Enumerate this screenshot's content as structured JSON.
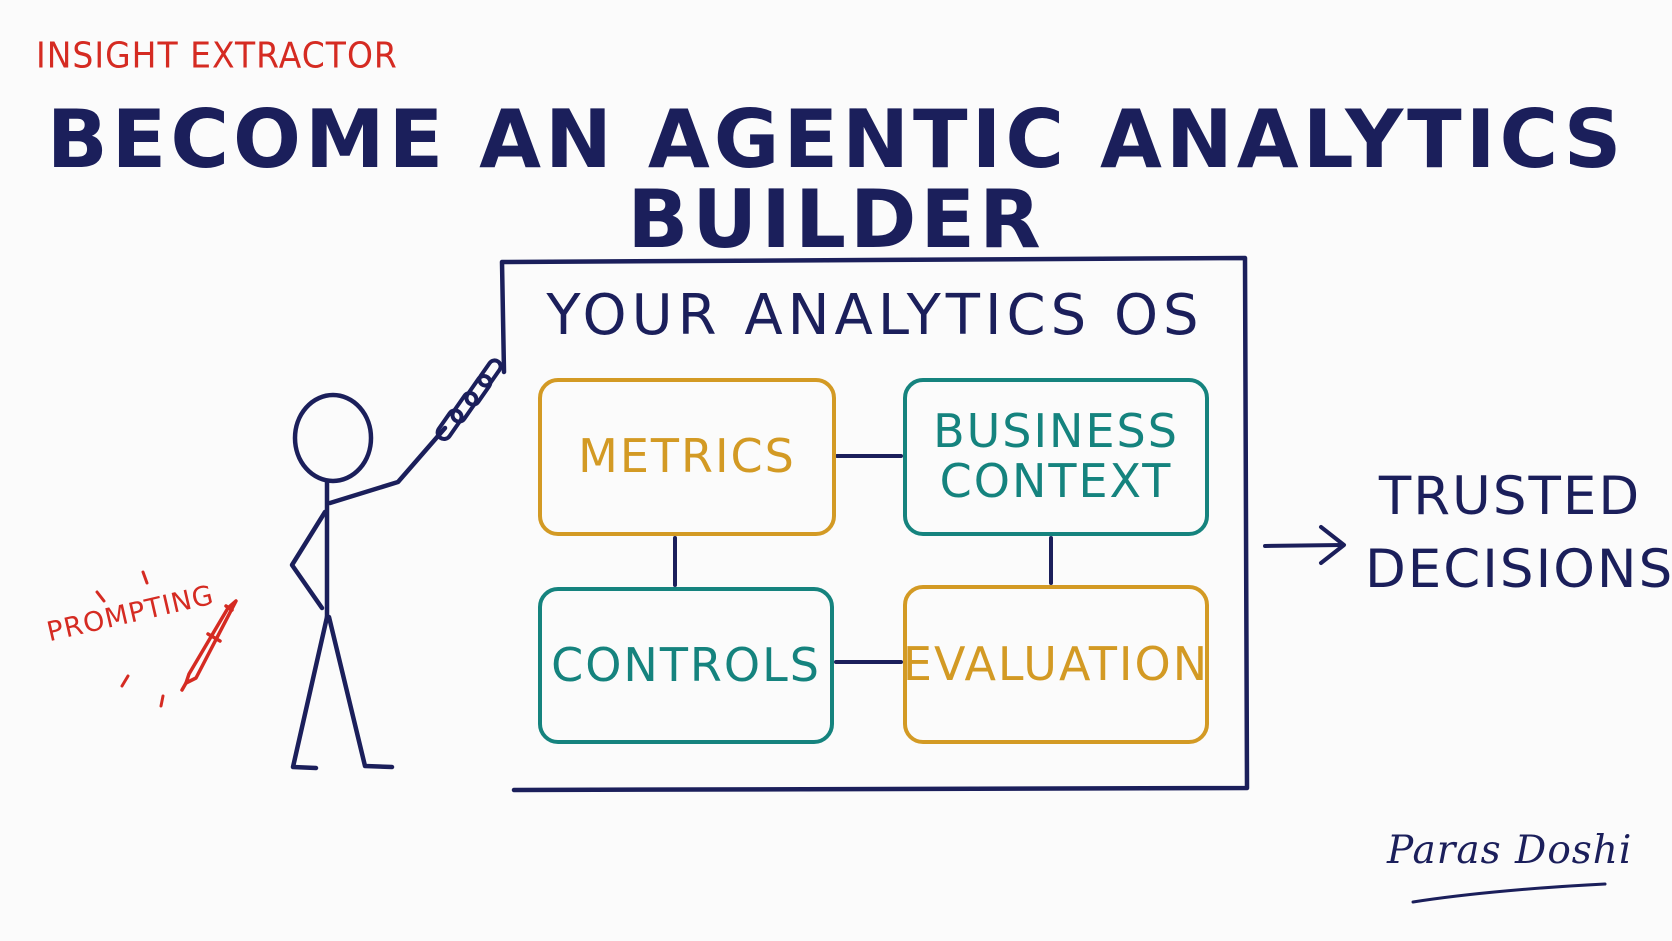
{
  "brand": {
    "label": "INSIGHT EXTRACTOR"
  },
  "title": "BECOME AN AGENTIC ANALYTICS BUILDER",
  "os": {
    "title": "YOUR ANALYTICS OS",
    "components": [
      {
        "label": "METRICS",
        "lines": [
          "METRICS"
        ],
        "color": "#d39a24"
      },
      {
        "label": "BUSINESS CONTEXT",
        "lines": [
          "BUSINESS",
          "CONTEXT"
        ],
        "color": "#15837e"
      },
      {
        "label": "CONTROLS",
        "lines": [
          "CONTROLS"
        ],
        "color": "#15837e"
      },
      {
        "label": "EVALUATION",
        "lines": [
          "EVALUATION"
        ],
        "color": "#d39a24"
      }
    ]
  },
  "outcome": {
    "lines": [
      "TRUSTED",
      "DECISIONS"
    ]
  },
  "annotation": {
    "label": "PROMPTING"
  },
  "signature": "Paras Doshi",
  "colors": {
    "ink": "#1b1f5b",
    "red": "#d52b22",
    "gold": "#d39a24",
    "teal": "#15837e",
    "background": "#fbfbfb"
  },
  "icons": [
    "stick-figure-icon",
    "chain-link-icon",
    "pen-icon",
    "arrow-right-icon"
  ]
}
